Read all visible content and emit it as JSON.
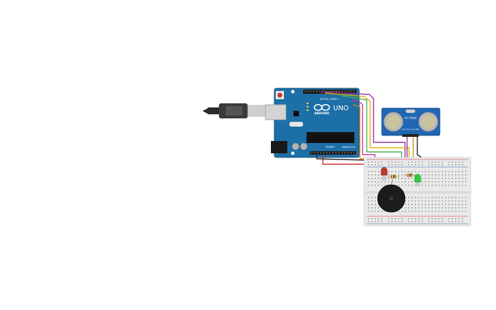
{
  "board": {
    "brand_label": "ARDUINO",
    "model_label": "UNO",
    "digital_header_label": "DIGITAL (PWM~)",
    "power_header_label": "POWER",
    "analog_header_label": "ANALOG IN",
    "color": "#1d6fa8"
  },
  "sensor": {
    "model_label": "HC-SR04",
    "pin_labels": [
      "VCC",
      "Trig",
      "Echo",
      "GND"
    ],
    "color": "#1f66b3"
  },
  "components": {
    "usb_cable": "usb-cable",
    "led_red": "red-led",
    "led_green": "green-led",
    "buzzer": "piezo-buzzer",
    "resistors": [
      "resistor-1",
      "resistor-2"
    ]
  },
  "wire_colors": {
    "purple": "#9b2fa0",
    "magenta": "#c2399f",
    "yellow": "#d9b300",
    "green": "#4caf50",
    "orange": "#e38a1a",
    "red": "#d62828",
    "black": "#222222"
  }
}
